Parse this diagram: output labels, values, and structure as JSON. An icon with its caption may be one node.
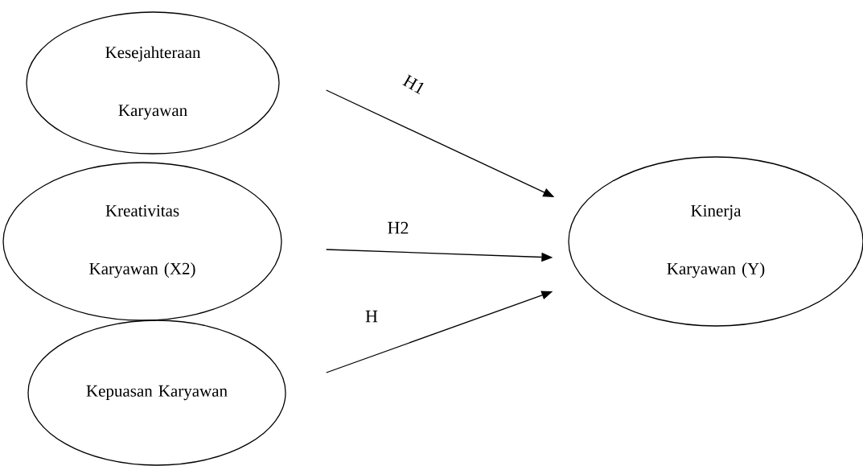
{
  "diagram": {
    "nodes": [
      {
        "text": [
          "Kesejahteraan Karyawan"
        ]
      },
      {
        "text": [
          "Kreativitas Karyawan (X2)"
        ]
      },
      {
        "text": [
          "Kepuasan Karyawan"
        ]
      },
      {
        "text": [
          "Kinerja Karyawan (Y)"
        ]
      }
    ],
    "edges": [
      {
        "from": 0,
        "to": 3,
        "arrow": "to",
        "label": "H1"
      },
      {
        "from": 1,
        "to": 3,
        "arrow": "to",
        "label": "H2"
      },
      {
        "from": 2,
        "to": 3,
        "arrow": "to",
        "label": "H"
      }
    ]
  }
}
